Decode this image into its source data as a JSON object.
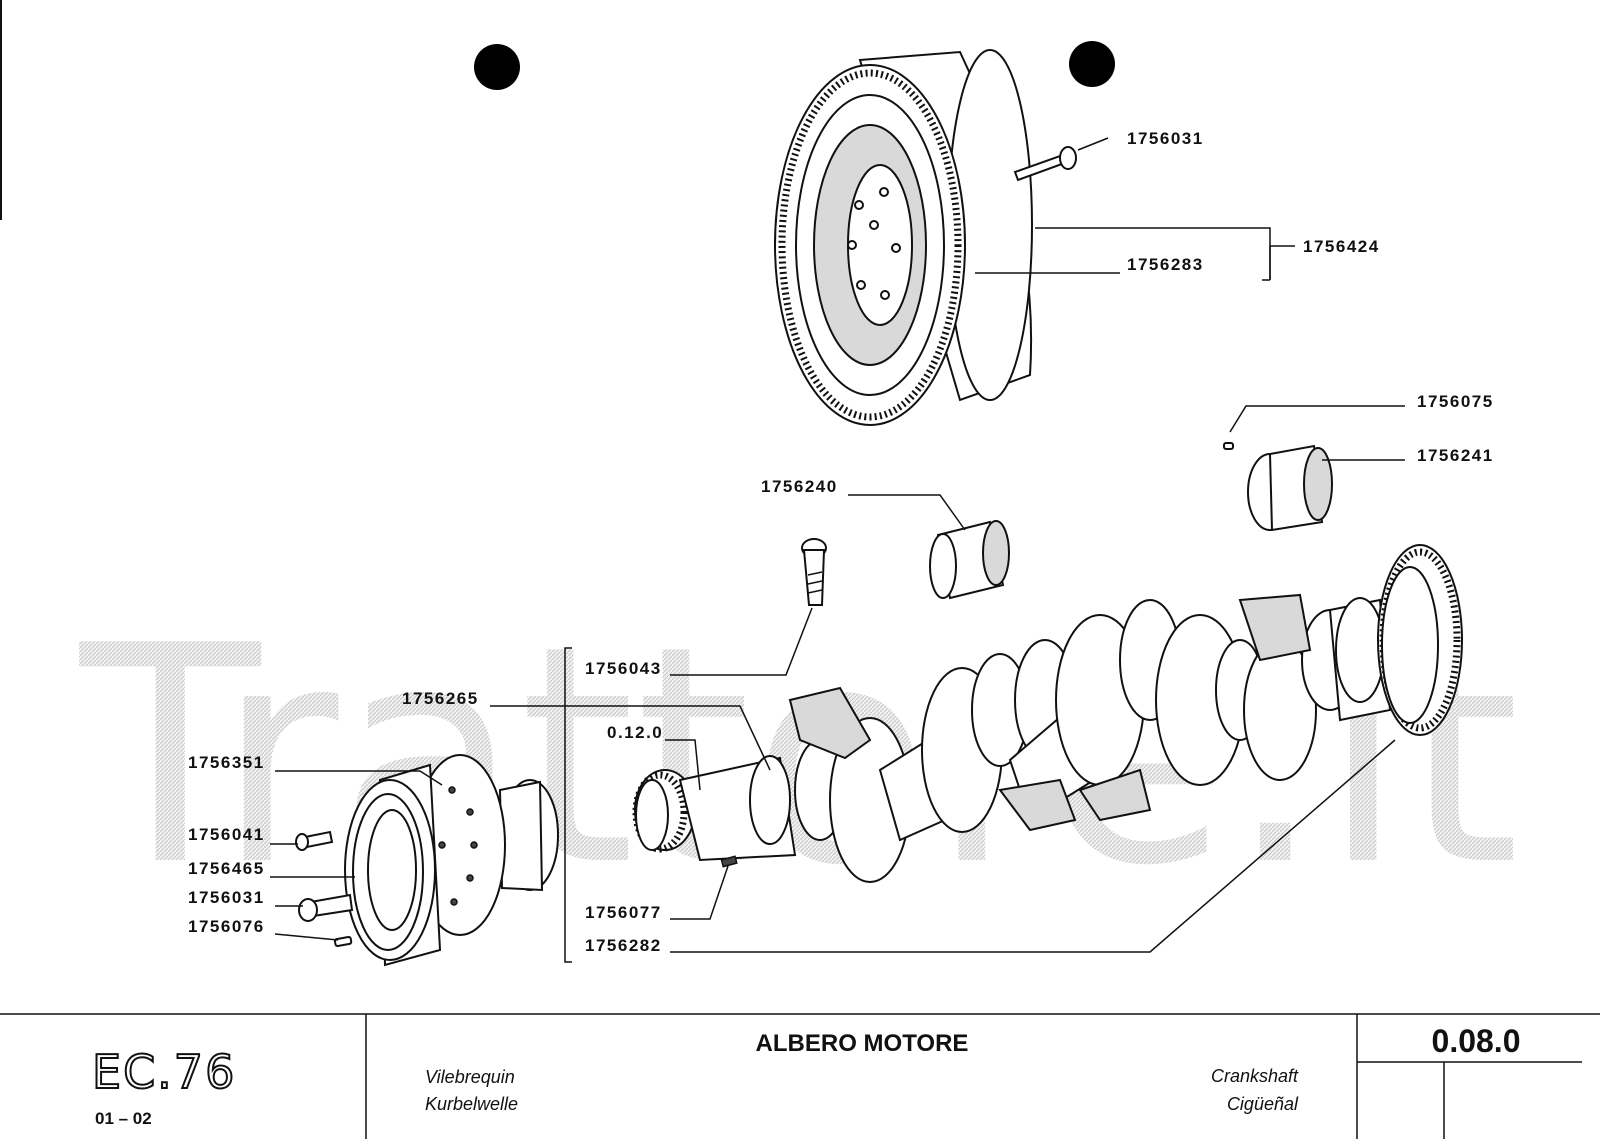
{
  "watermark": "Trattore.it",
  "title": "ALBERO MOTORE",
  "page_number": "0.08.0",
  "model_code": "EC.76",
  "model_range": "01 – 02",
  "translations": {
    "fr": "Vilebrequin",
    "de": "Kurbelwelle",
    "en": "Crankshaft",
    "es": "Cigüeñal"
  },
  "parts": [
    {
      "id": "p1756031_top",
      "code": "1756031"
    },
    {
      "id": "p1756283",
      "code": "1756283"
    },
    {
      "id": "p1756424",
      "code": "1756424"
    },
    {
      "id": "p1756075",
      "code": "1756075"
    },
    {
      "id": "p1756241",
      "code": "1756241"
    },
    {
      "id": "p1756240",
      "code": "1756240"
    },
    {
      "id": "p1756043",
      "code": "1756043"
    },
    {
      "id": "p1756265",
      "code": "1756265"
    },
    {
      "id": "p0120",
      "code": "0.12.0"
    },
    {
      "id": "p1756351",
      "code": "1756351"
    },
    {
      "id": "p1756041",
      "code": "1756041"
    },
    {
      "id": "p1756465",
      "code": "1756465"
    },
    {
      "id": "p1756031_bot",
      "code": "1756031"
    },
    {
      "id": "p1756076",
      "code": "1756076"
    },
    {
      "id": "p1756077",
      "code": "1756077"
    },
    {
      "id": "p1756282",
      "code": "1756282"
    }
  ]
}
